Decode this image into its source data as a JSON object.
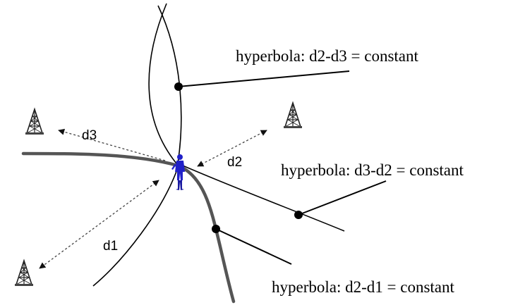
{
  "labels": {
    "hyperbola_d2_d3": "hyperbola: d2-d3 = constant",
    "hyperbola_d3_d2": "hyperbola: d3-d2 = constant",
    "hyperbola_d2_d1": "hyperbola: d2-d1 = constant",
    "distance_d1": "d1",
    "distance_d2": "d2",
    "distance_d3": "d3"
  },
  "icons": {
    "tower_top_left": "cell-tower-icon",
    "tower_top_right": "cell-tower-icon",
    "tower_bottom_left": "cell-tower-icon",
    "person": "person-icon"
  },
  "colors": {
    "line": "#000000",
    "thick_line": "#555555",
    "person": "#2020c8",
    "arrow": "#333333"
  }
}
